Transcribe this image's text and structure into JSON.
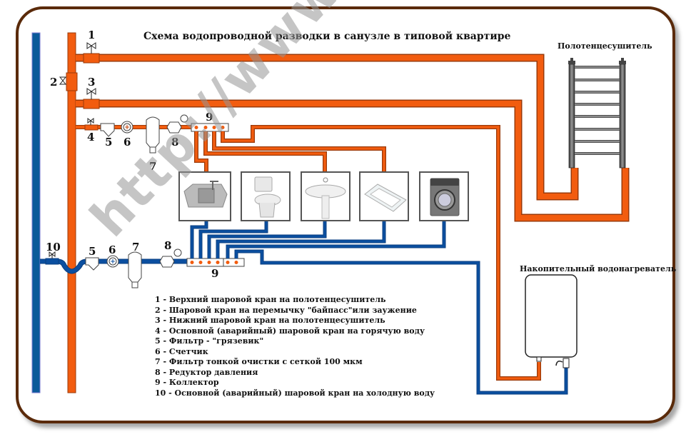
{
  "title": "Схема водопроводной разводки в санузле в типовой квартире",
  "colors": {
    "hot_pipe": "#f25c0f",
    "cold_pipe": "#0b4fa0",
    "frame": "#5a2a0a",
    "towel_rail": "#555555"
  },
  "labels": {
    "towel_dryer": "Полотенцесушитель",
    "water_heater": "Накопительный водонагреватель"
  },
  "markers": {
    "n1": "1",
    "n2": "2",
    "n3": "3",
    "n4": "4",
    "n5": "5",
    "n6": "6",
    "n7": "7",
    "n8": "8",
    "n9": "9",
    "c10": "10",
    "c5": "5",
    "c6": "6",
    "c7": "7",
    "c8": "8",
    "c9": "9"
  },
  "fixtures": [
    {
      "name": "kitchen-sink",
      "label": "Мойка"
    },
    {
      "name": "toilet",
      "label": "Унитаз"
    },
    {
      "name": "washbasin",
      "label": "Раковина"
    },
    {
      "name": "bathtub",
      "label": "Ванна"
    },
    {
      "name": "washing-machine",
      "label": "Стиральная машина"
    }
  ],
  "legend": [
    "1 - Верхний шаровой кран на полотенцесушитель",
    "2 - Шаровой кран на перемычку \"байпасс\"или заужение",
    "3 - Нижний шаровой кран на полотенцесушитель",
    "4 - Основной (аварийный) шаровой кран на горячую воду",
    "5 - Фильтр - \"грязевик\"",
    "6 - Счетчик",
    "7 - Фильтр тонкой очистки с сеткой 100 мкм",
    "8 - Редуктор давления",
    "9 - Коллектор",
    "10 - Основной (аварийный) шаровой кран на холодную воду"
  ],
  "watermark": "http://www.stroius.ru"
}
